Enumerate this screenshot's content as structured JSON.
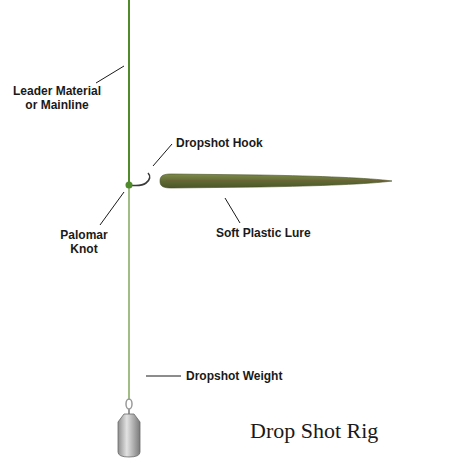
{
  "diagram": {
    "caption": "Drop Shot Rig",
    "labels": [
      "Leader Material or Mainline",
      "Dropshot Hook",
      "Palomar Knot",
      "Soft Plastic Lure",
      "Dropshot Weight"
    ]
  }
}
